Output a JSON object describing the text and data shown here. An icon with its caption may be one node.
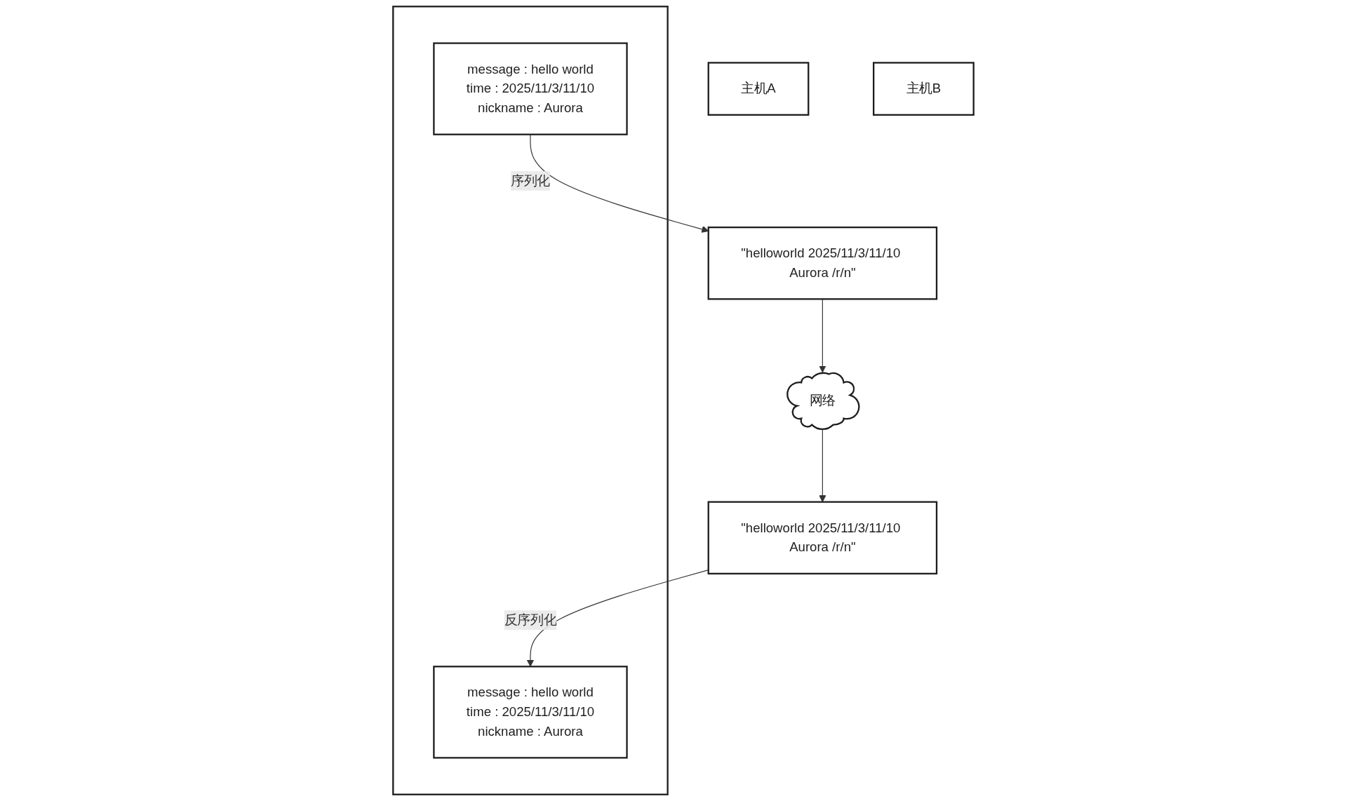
{
  "diagram": {
    "nodes": [
      {
        "text": [
          "主机A"
        ]
      },
      {
        "text": [
          "主机B"
        ]
      },
      {
        "text": [],
        "shape": "box"
      },
      {
        "text": [
          "message : hello world",
          "time : 2025/11/3/11/10",
          "nickname : Aurora"
        ],
        "in": 2
      },
      {
        "text": [
          "message : hello world",
          "time : 2025/11/3/11/10",
          "nickname : Aurora"
        ],
        "in": 2
      },
      {
        "text": [
          "\"helloworld 2025/11/3/11/10 Aurora /r/n\""
        ]
      },
      {
        "text": [
          "网络"
        ]
      },
      {
        "text": [
          "\"helloworld 2025/11/3/11/10 Aurora /r/n\""
        ]
      }
    ],
    "edges": [
      {
        "from": 3,
        "to": 5,
        "arrow": "to",
        "label": "序列化"
      },
      {
        "from": 5,
        "to": 6,
        "arrow": "to"
      },
      {
        "from": 6,
        "to": 7,
        "arrow": "to"
      },
      {
        "from": 7,
        "to": 4,
        "arrow": "to",
        "label": "反序列化"
      }
    ]
  }
}
